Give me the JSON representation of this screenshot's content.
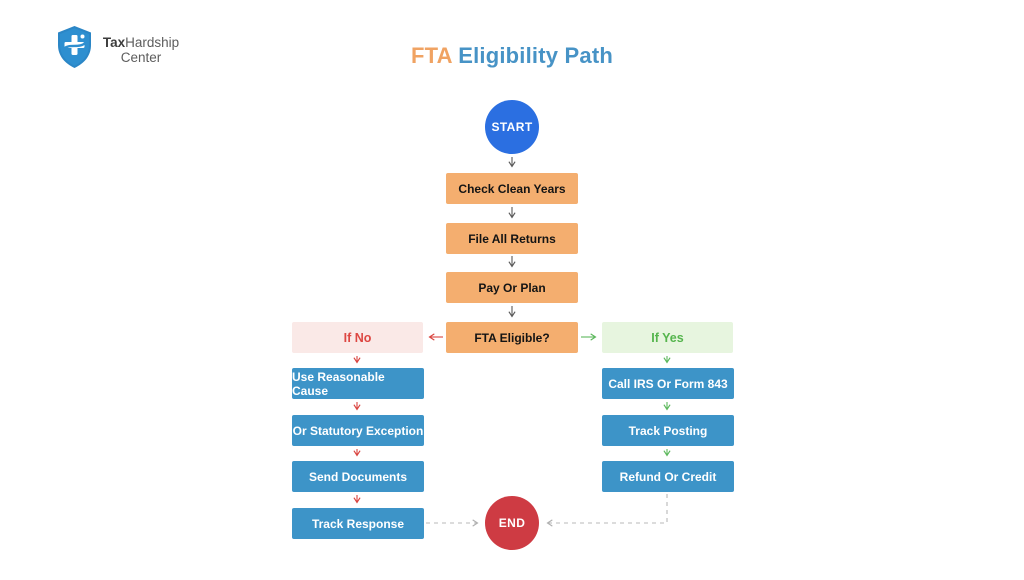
{
  "logo": {
    "brand_bold": "Tax",
    "brand_rest": "Hardship",
    "brand_line2": "Center",
    "shield_color": "#2b86c6"
  },
  "title": {
    "part1": "FTA",
    "part2": " Eligibility Path",
    "part1_color": "#f0a363",
    "part2_color": "#4793c6"
  },
  "flowchart": {
    "start": {
      "label": "START",
      "color": "#2b6fe1"
    },
    "end": {
      "label": "END",
      "color": "#ce3b43"
    },
    "main_steps": [
      {
        "label": "Check Clean Years"
      },
      {
        "label": "File All Returns"
      },
      {
        "label": "Pay Or Plan"
      }
    ],
    "decision": {
      "label": "FTA Eligible?",
      "color": "#f4ae6f"
    },
    "no_branch": {
      "condition": {
        "label": "If No",
        "bg": "#fae9e7",
        "text_color": "#dd4742"
      },
      "steps": [
        {
          "label": "Use Reasonable Cause"
        },
        {
          "label": "Or Statutory Exception"
        },
        {
          "label": "Send Documents"
        },
        {
          "label": "Track Response"
        }
      ]
    },
    "yes_branch": {
      "condition": {
        "label": "If Yes",
        "bg": "#e7f5df",
        "text_color": "#55b54d"
      },
      "steps": [
        {
          "label": "Call IRS Or Form 843"
        },
        {
          "label": "Track Posting"
        },
        {
          "label": "Refund Or Credit"
        }
      ]
    },
    "colors": {
      "process_box_orange": "#f4ae6f",
      "action_box_blue": "#3d94c8",
      "arrow_gray": "#5a5a5a",
      "arrow_red": "#d9443f",
      "arrow_green": "#5cb85c",
      "arrow_dashed_gray": "#b5b5b5"
    }
  }
}
